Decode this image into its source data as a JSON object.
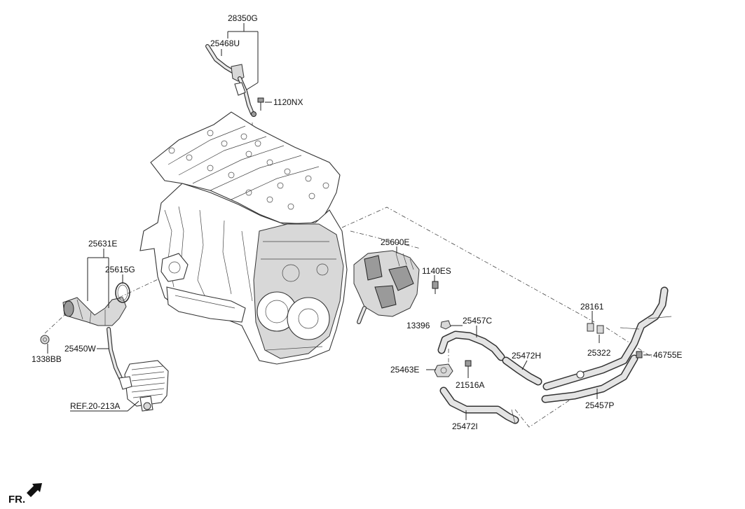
{
  "labels": {
    "p28350G": "28350G",
    "p25468U": "25468U",
    "p1120NX": "1120NX",
    "p25631E": "25631E",
    "p25615G": "25615G",
    "p25600E": "25600E",
    "p1140ES": "1140ES",
    "p28161": "28161",
    "p13396": "13396",
    "p25457C": "25457C",
    "p25322": "25322",
    "p46755E": "46755E",
    "p25472H": "25472H",
    "p1338BB": "1338BB",
    "p25450W": "25450W",
    "p25463E": "25463E",
    "p21516A": "21516A",
    "p25457P": "25457P",
    "p25472I": "25472I",
    "ref": "REF.20-213A",
    "fr": "FR."
  },
  "icons": {
    "front_arrow": "front-direction-arrow-icon"
  }
}
